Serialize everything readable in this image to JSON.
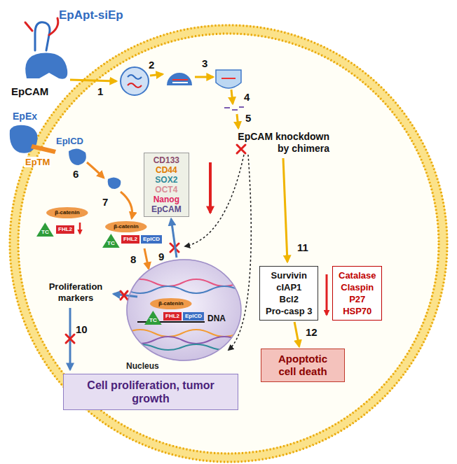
{
  "diagram": {
    "nodes": [
      {
        "text": [
          "CD133",
          "CD44",
          "SOX2",
          "OCT4",
          "Nanog",
          "EpCAM"
        ]
      },
      {
        "text": [
          "Survivin",
          "cIAP1",
          "Bcl2",
          "Pro-casp 3"
        ]
      },
      {
        "text": [
          "Catalase",
          "Claspin",
          "P27",
          "HSP70"
        ]
      },
      {
        "text": [
          "Apoptotic cell death"
        ]
      },
      {
        "text": [
          "Cell proliferation, tumor growth"
        ]
      },
      {
        "text": [
          "Nucleus"
        ]
      },
      {
        "text": [
          "β-catenin"
        ]
      },
      {
        "text": [
          "TC"
        ]
      },
      {
        "text": [
          "FHL2"
        ]
      },
      {
        "text": [
          "β-catenin"
        ]
      },
      {
        "text": [
          "TC"
        ]
      },
      {
        "text": [
          "FHL2"
        ]
      },
      {
        "text": [
          "EpICD"
        ]
      },
      {
        "text": [
          "β-catenin"
        ],
        "in": 5
      },
      {
        "text": [
          "TC"
        ],
        "in": 5
      },
      {
        "text": [
          "FHL2"
        ],
        "in": 5
      },
      {
        "text": [
          "EpICD"
        ],
        "in": 5
      }
    ],
    "edges": [
      {
        "from": 5,
        "to": 0,
        "arrow": "to"
      },
      {
        "from": 1,
        "to": 3,
        "arrow": "to"
      }
    ],
    "labels": [
      "EpApt-siEp",
      "EpCAM",
      "1",
      "2",
      "3",
      "4",
      "5",
      "EpCAM knockdown by chimera",
      "EpEx",
      "EpICD",
      "EpTM",
      "6",
      "7",
      "8",
      "9",
      "DNA",
      "Proliferation markers",
      "10",
      "11",
      "12"
    ]
  }
}
